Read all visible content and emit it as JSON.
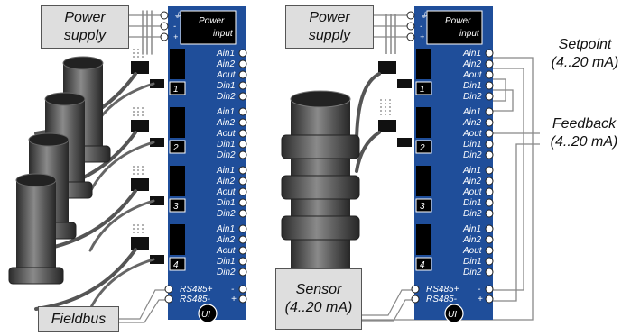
{
  "left": {
    "power_box": [
      "Power",
      "supply"
    ],
    "fieldbus_box": "Fieldbus"
  },
  "right": {
    "power_box": [
      "Power",
      "supply"
    ],
    "sensor_box": [
      "Sensor",
      "(4..20 mA)"
    ],
    "setpoint_note": [
      "Setpoint",
      "(4..20 mA)"
    ],
    "feedback_note": [
      "Feedback",
      "(4..20 mA)"
    ]
  },
  "module": {
    "power_input": [
      "Power",
      "input"
    ],
    "power_terminals": [
      "⏚",
      "-",
      "+"
    ],
    "channels": [
      "1",
      "2",
      "3",
      "4"
    ],
    "channel_pins": [
      "Ain1",
      "Ain2",
      "Aout",
      "Din1",
      "Din2"
    ],
    "bus_pins": [
      "RS485+",
      "RS485-"
    ],
    "bus_signs": [
      "-",
      "+"
    ],
    "ui_badge": "UI"
  },
  "colors": {
    "module_blue": "#1f4e9a",
    "callout_gray": "#dedede",
    "wire_gray": "#7a7a7a",
    "actuator_dark": "#3d3d3d"
  }
}
